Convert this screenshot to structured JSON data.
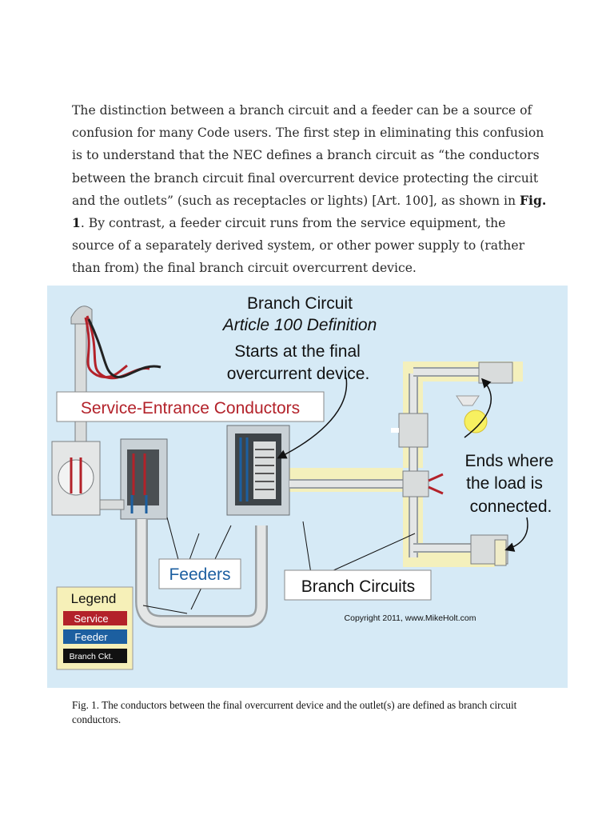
{
  "intro": {
    "part1": "The distinction between a branch circuit and a feeder can be a source of confusion for many Code users. The first step in eliminating this confusion is to understand that the NEC defines a branch circuit as “the conductors between the branch circuit final overcurrent device protecting the circuit and the outlets” (such as receptacles or lights) [Art. 100], as shown in ",
    "fig_ref": "Fig. 1",
    "part2": ". By contrast, a feeder circuit runs from the service equipment, the source of a separately derived system, or other power supply to (rather than from) the final branch circuit overcurrent device."
  },
  "figure": {
    "title_line1": "Branch Circuit",
    "title_line2": "Article 100 Definition",
    "starts_line1": "Starts at the final",
    "starts_line2": "overcurrent device.",
    "service_label": "Service-Entrance Conductors",
    "ends_line1": "Ends where",
    "ends_line2": "the load is",
    "ends_line3": "connected.",
    "feeders_label": "Feeders",
    "branch_label": "Branch Circuits",
    "copyright": "Copyright 2011, www.MikeHolt.com",
    "legend": {
      "title": "Legend",
      "items": [
        {
          "label": "Service",
          "color": "#b3222a"
        },
        {
          "label": "Feeder",
          "color": "#1c5fa0"
        },
        {
          "label": "Branch Ckt.",
          "color": "#111111"
        }
      ]
    },
    "colors": {
      "background": "#d6eaf6",
      "conduit": "#d9dcdc",
      "highlight": "#f6f0b8",
      "service_wire": "#b3222a",
      "feeder_wire": "#1c5fa0",
      "branch_wire": "#111111"
    }
  },
  "caption": "Fig. 1. The conductors between the final overcurrent device and the outlet(s) are defined as branch circuit conductors."
}
